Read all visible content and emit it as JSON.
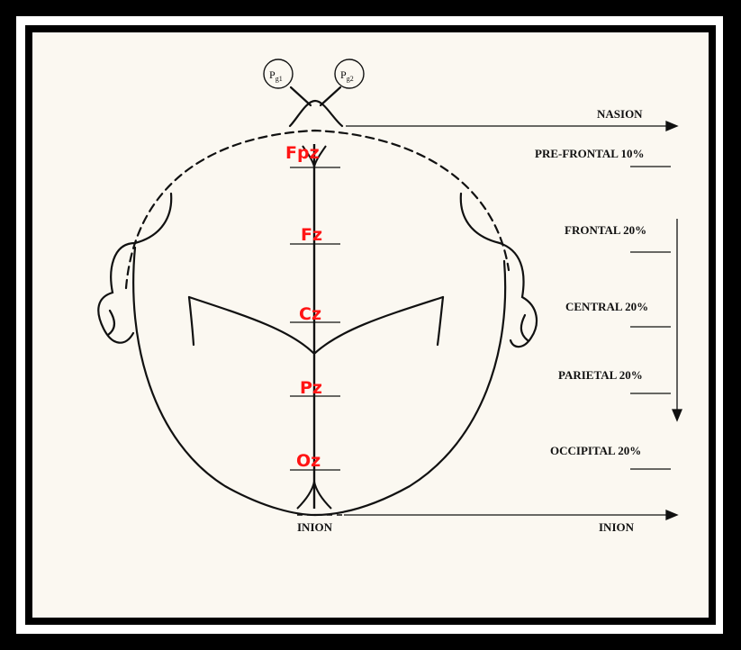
{
  "electrodes": {
    "fpz": "Fpz",
    "fz": "Fz",
    "cz": "Cz",
    "pz": "Pz",
    "oz": "Oz"
  },
  "ground": {
    "pg1_main": "P",
    "pg1_sub": "g1",
    "pg2_main": "P",
    "pg2_sub": "g2"
  },
  "labels": {
    "nasion": "NASION",
    "prefrontal": "PRE-FRONTAL 10%",
    "frontal": "FRONTAL 20%",
    "central": "CENTRAL 20%",
    "parietal": "PARIETAL 20%",
    "occipital": "OCCIPITAL 20%",
    "inion_right": "INION",
    "inion_center": "INION"
  },
  "colors": {
    "electrode_text": "#ff1414",
    "line": "#111111",
    "paper": "#fbf8f1"
  }
}
